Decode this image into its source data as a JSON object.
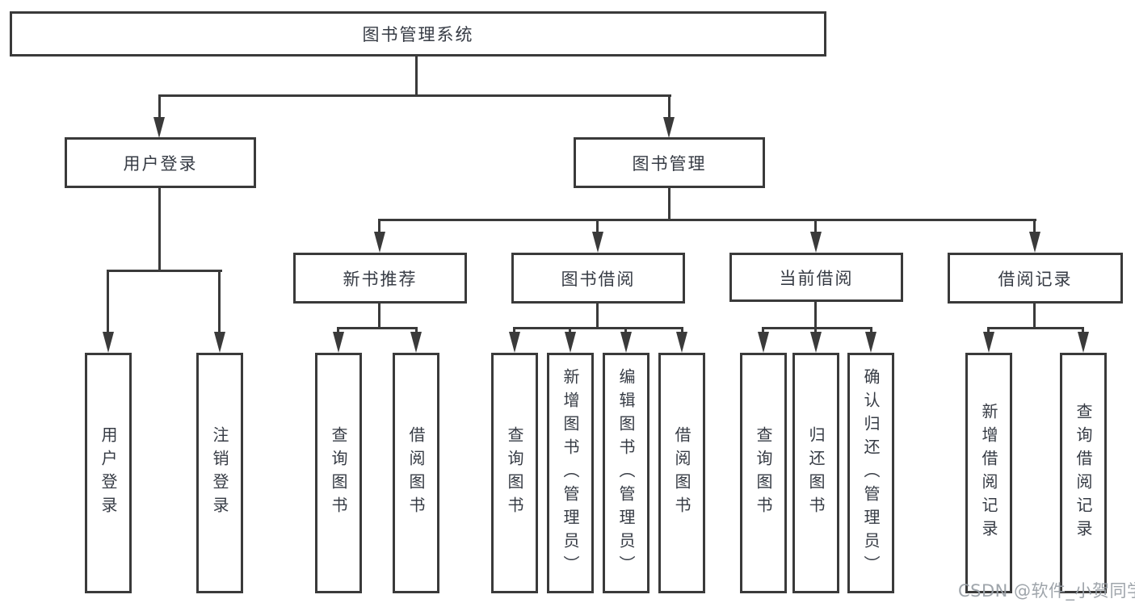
{
  "diagram": {
    "root": "图书管理系统",
    "branches": [
      {
        "label": "用户登录",
        "children": [
          "用户登录",
          "注销登录"
        ]
      },
      {
        "label": "图书管理"
      }
    ],
    "modules": [
      {
        "label": "新书推荐",
        "children": [
          "查询图书",
          "借阅图书"
        ]
      },
      {
        "label": "图书借阅",
        "children": [
          "查询图书",
          "新增图书（管理员）",
          "编辑图书（管理员）",
          "借阅图书"
        ]
      },
      {
        "label": "当前借阅",
        "children": [
          "查询图书",
          "归还图书",
          "确认归还（管理员）"
        ]
      },
      {
        "label": "借阅记录",
        "children": [
          "新增借阅记录",
          "查询借阅记录"
        ]
      }
    ]
  },
  "watermark": "CSDN @软件_小贺同学",
  "colors": {
    "line": "#3a3a3a",
    "text": "#363b44",
    "watermark": "#9aa0a6",
    "background": "#ffffff"
  }
}
